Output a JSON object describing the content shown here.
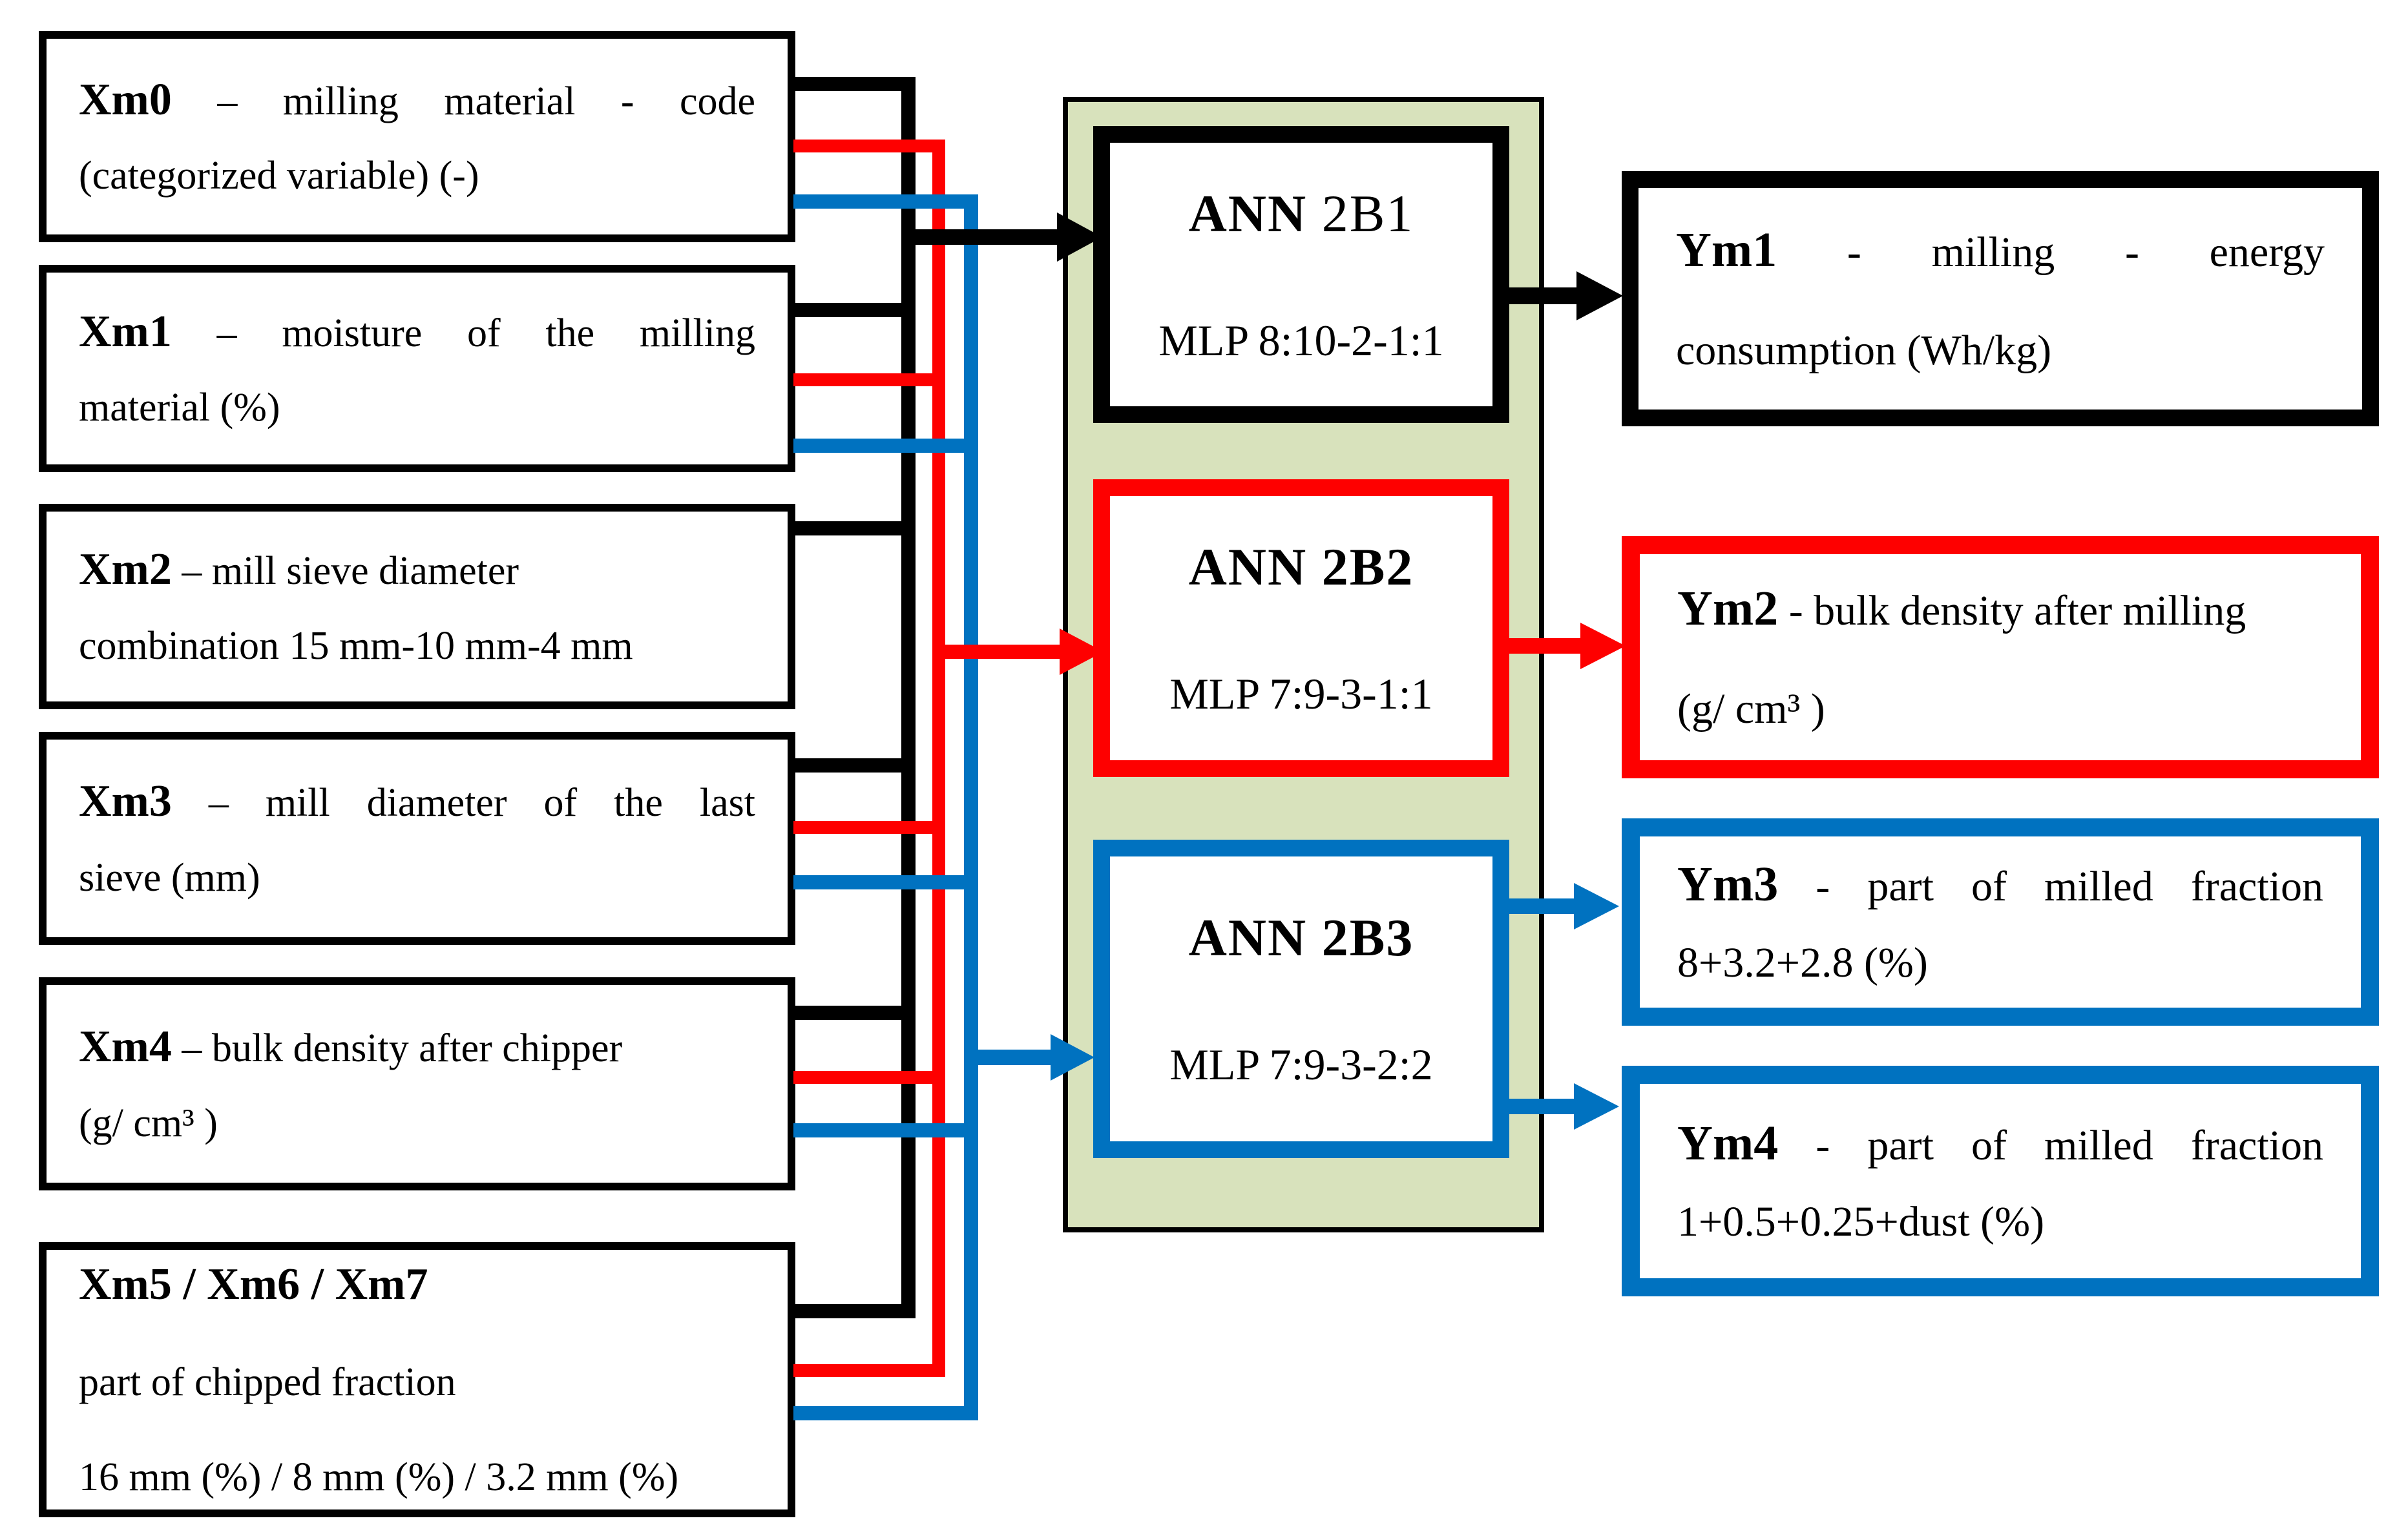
{
  "colors": {
    "black": "#000000",
    "red": "#FE0000",
    "blue": "#0072C0",
    "panel_green": "#D8E2BC"
  },
  "inputs": [
    {
      "label": "Xm0",
      "line1_rest": " – milling material - code",
      "line2": "(categorized variable) (-)"
    },
    {
      "label": "Xm1",
      "line1_rest": " – moisture of the milling",
      "line2": "material (%)"
    },
    {
      "label": "Xm2",
      "line1_rest": " – mill sieve diameter",
      "line2": "combination 15 mm-10 mm-4 mm"
    },
    {
      "label": "Xm3",
      "line1_rest": " – mill diameter of the last",
      "line2": "sieve (mm)"
    },
    {
      "label": "Xm4",
      "line1_rest": " – bulk density after chipper",
      "line2": "(g/ cm³ )"
    },
    {
      "label": "Xm5 / Xm6 / Xm7",
      "line2": " part of chipped fraction",
      "line3": "16 mm (%) / 8 mm (%) / 3.2 mm (%)"
    }
  ],
  "anns": [
    {
      "title_prefix": "ANN",
      "title_code": "2B1",
      "mlp": "MLP 8:10-2-1:1"
    },
    {
      "title_prefix": "ANN",
      "title_code": "2B2",
      "mlp": "MLP 7:9-3-1:1"
    },
    {
      "title_prefix": "ANN",
      "title_code": "2B3",
      "mlp": "MLP 7:9-3-2:2"
    }
  ],
  "outputs": [
    {
      "label": "Ym1",
      "line1_rest": " - milling - energy",
      "line2": "consumption (Wh/kg)"
    },
    {
      "label": "Ym2",
      "line1_rest": " - bulk density after milling",
      "line2": "(g/ cm³ )"
    },
    {
      "label": "Ym3",
      "line1_rest": " - part of milled fraction",
      "line2": "8+3.2+2.8 (%)"
    },
    {
      "label": "Ym4",
      "line1_rest": " - part of milled fraction",
      "line2": "1+0.5+0.25+dust (%)"
    }
  ]
}
